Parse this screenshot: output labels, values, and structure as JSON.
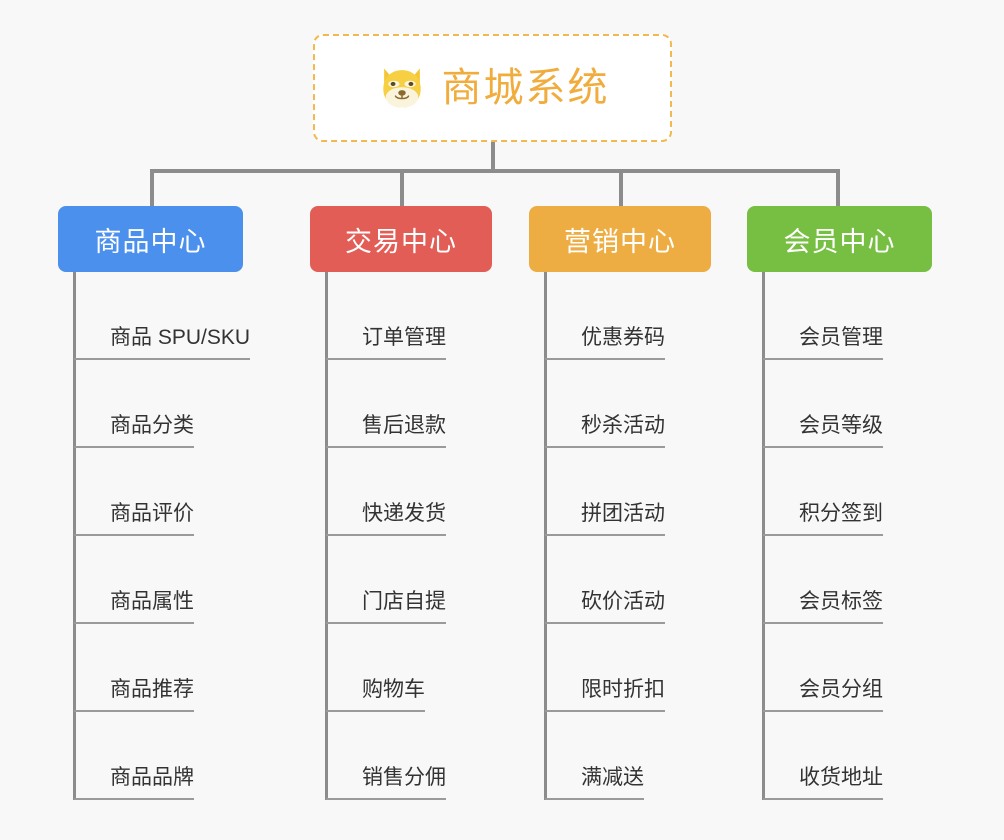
{
  "page": {
    "background_color": "#f8f8f8",
    "title": "商城系统"
  },
  "root": {
    "label": "商城系统",
    "icon": "shiba-dog-face-icon",
    "text_color": "#f0ac3c",
    "border_color": "#f3b84e",
    "background_color": "#ffffff"
  },
  "connector": {
    "color": "#8c8c8c"
  },
  "columns": [
    {
      "id": "product-center",
      "label": "商品中心",
      "color": "#4a90ec",
      "text_color": "#ffffff",
      "items": [
        {
          "label": "商品 SPU/SKU"
        },
        {
          "label": "商品分类"
        },
        {
          "label": "商品评价"
        },
        {
          "label": "商品属性"
        },
        {
          "label": "商品推荐"
        },
        {
          "label": "商品品牌"
        }
      ]
    },
    {
      "id": "trade-center",
      "label": "交易中心",
      "color": "#e35d57",
      "text_color": "#ffffff",
      "items": [
        {
          "label": "订单管理"
        },
        {
          "label": "售后退款"
        },
        {
          "label": "快递发货"
        },
        {
          "label": "门店自提"
        },
        {
          "label": "购物车"
        },
        {
          "label": "销售分佣"
        }
      ]
    },
    {
      "id": "marketing-center",
      "label": "营销中心",
      "color": "#eead43",
      "text_color": "#ffffff",
      "items": [
        {
          "label": "优惠券码"
        },
        {
          "label": "秒杀活动"
        },
        {
          "label": "拼团活动"
        },
        {
          "label": "砍价活动"
        },
        {
          "label": "限时折扣"
        },
        {
          "label": "满减送"
        }
      ]
    },
    {
      "id": "member-center",
      "label": "会员中心",
      "color": "#77bf43",
      "text_color": "#ffffff",
      "items": [
        {
          "label": "会员管理"
        },
        {
          "label": "会员等级"
        },
        {
          "label": "积分签到"
        },
        {
          "label": "会员标签"
        },
        {
          "label": "会员分组"
        },
        {
          "label": "收货地址"
        }
      ]
    }
  ]
}
